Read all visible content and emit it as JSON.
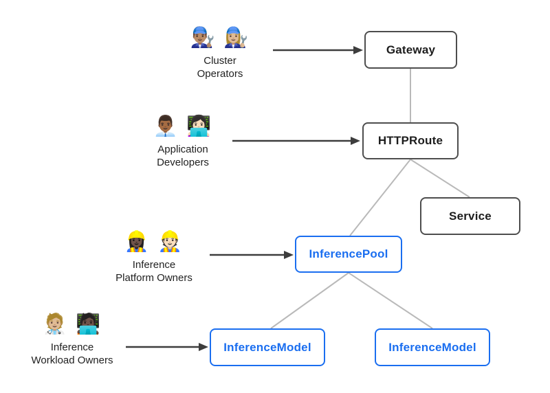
{
  "colors": {
    "blue_accent": "#1a6ef0",
    "gray_node_border": "#4d4d4d",
    "connector_gray": "#b9b9b9",
    "arrow_dark": "#3d3d3d",
    "label_text": "#212121"
  },
  "personas": [
    {
      "id": "cluster-operators",
      "emojis": "👨🏽‍🔧 👩🏼‍🔧",
      "line1": "Cluster",
      "line2": "Operators"
    },
    {
      "id": "application-developers",
      "emojis": "👨🏾‍💼 👩🏻‍💻",
      "line1": "Application",
      "line2": "Developers"
    },
    {
      "id": "inference-platform-owners",
      "emojis": "👷🏿‍♀️ 👷🏻",
      "line1": "Inference",
      "line2": "Platform Owners"
    },
    {
      "id": "inference-workload-owners",
      "emojis": "🧑🏼‍⚕️ 🧑🏿‍💻",
      "line1": "Inference",
      "line2": "Workload Owners"
    }
  ],
  "nodes": {
    "gateway": "Gateway",
    "httproute": "HTTPRoute",
    "service": "Service",
    "inferencepool": "InferencePool",
    "inferencemodel_left": "InferenceModel",
    "inferencemodel_right": "InferenceModel"
  }
}
